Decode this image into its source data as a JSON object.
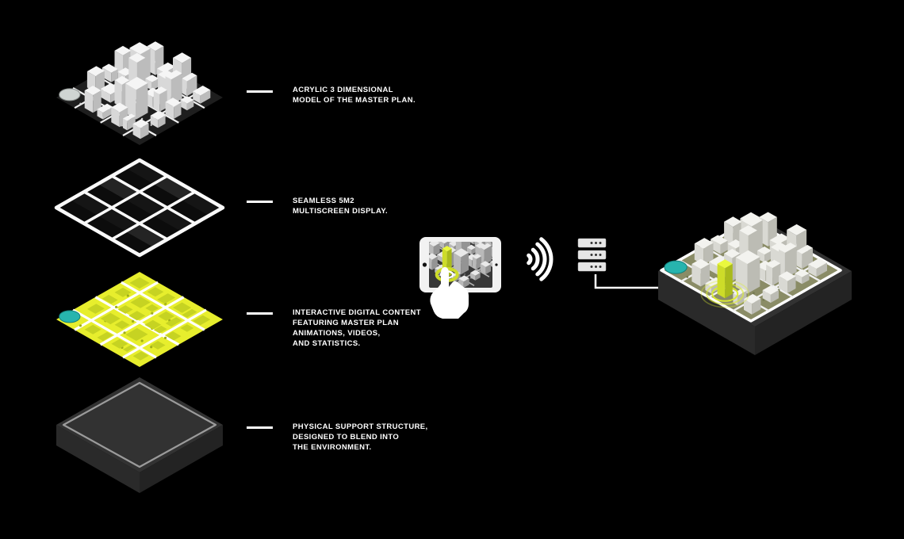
{
  "diagram": {
    "labels": {
      "layer1": "ACRYLIC 3 DIMENSIONAL\nMODEL OF THE MASTER PLAN.",
      "layer2": "SEAMLESS 5M2\nMULTISCREEN DISPLAY.",
      "layer3": "INTERACTIVE DIGITAL CONTENT\nFEATURING MASTER PLAN\nANIMATIONS, VIDEOS,\nAND STATISTICS.",
      "layer4": "PHYSICAL SUPPORT STRUCTURE,\nDESIGNED TO BLEND INTO\nTHE ENVIRONMENT."
    },
    "icons": {
      "tablet": "tablet-touch-icon",
      "hand": "touch-hand-icon",
      "signal": "signal-waves-icon",
      "server": "server-stack-icon"
    },
    "colors": {
      "background": "#000000",
      "text": "#ffffff",
      "leader_line": "#ffffff",
      "accent_lime": "#cddc29",
      "accent_lime_bright": "#eaf83e",
      "accent_lime_dark": "#a9ba1c",
      "ring_lime": "#dced2f",
      "map_yellow": "#e7ee2d",
      "map_block_yellow": "#c6d322",
      "map_tree_yellow": "#9fae18",
      "lake_teal": "#27b4ae",
      "lake_teal_dark": "#13807c",
      "olive_ground": "#8a8c66",
      "white_top": "#f5f5f5",
      "white_left": "#d8d8d8",
      "white_right": "#bcbcbc",
      "model_base_dark": "#1e1e1e",
      "road_white": "#f0f0f0",
      "screen_tile": "#0c0c0c",
      "screen_grid_white": "#fafafa",
      "slab_top": "#323232",
      "slab_side_left": "#2a2a2a",
      "slab_side_right": "#232323",
      "rim_gray": "#9b9b9b",
      "tablet_body": "#f2f2f2",
      "tablet_screen": "#383838",
      "screen_ground": "#383838",
      "screen_road": "#b5b5b5",
      "screen_top": "#e9e9e9",
      "screen_left": "#b9b9b9",
      "screen_right": "#949494",
      "server_gray": "#e6e6e6",
      "server_dot": "#333333"
    }
  }
}
